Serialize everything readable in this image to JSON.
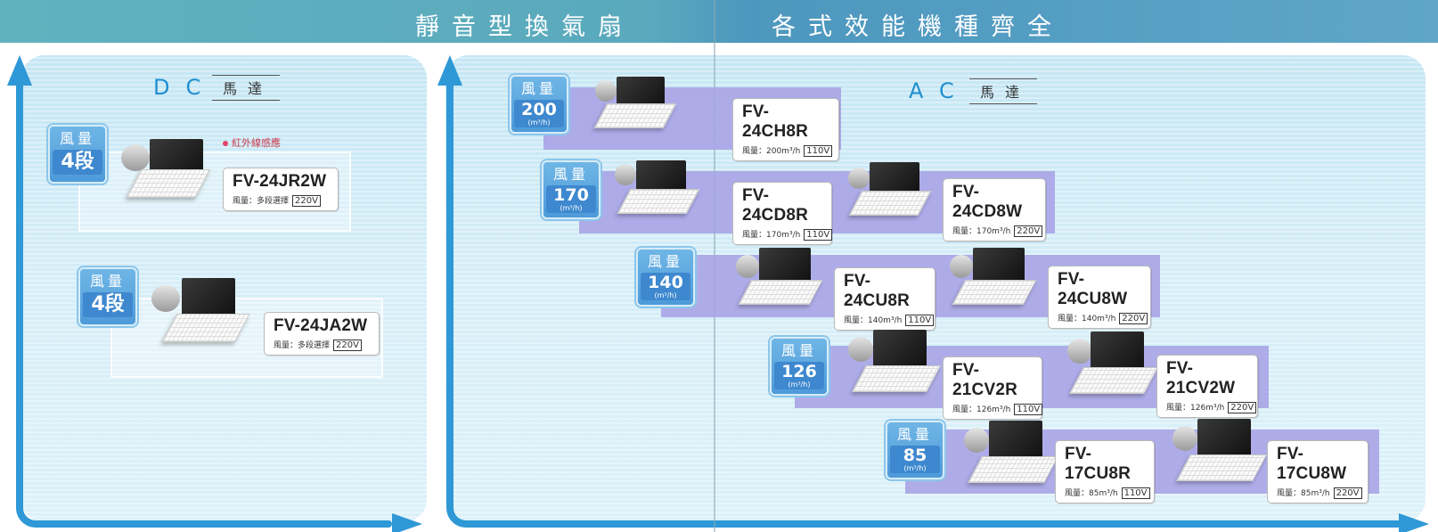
{
  "header": {
    "left_title": "靜音型換氣扇",
    "right_title": "各式效能機種齊全"
  },
  "dc_section": {
    "title": "DC",
    "subtitle": "馬達",
    "sensor_note": "紅外線感應",
    "rows": [
      {
        "badge": {
          "label": "風量",
          "value": "4段"
        },
        "model": {
          "name": "FV-24JR2W",
          "spec": "風量：多段選擇",
          "voltage": "220V"
        }
      },
      {
        "badge": {
          "label": "風量",
          "value": "4段"
        },
        "model": {
          "name": "FV-24JA2W",
          "spec": "風量：多段選擇",
          "voltage": "220V"
        }
      }
    ]
  },
  "ac_section": {
    "title": "AC",
    "subtitle": "馬達",
    "badge_label": "風量",
    "unit": "(m³/h)",
    "rows": [
      {
        "badge_value": "200",
        "models": [
          {
            "name": "FV-24CH8R",
            "spec": "風量：200m³/h",
            "voltage": "110V"
          }
        ]
      },
      {
        "badge_value": "170",
        "models": [
          {
            "name": "FV-24CD8R",
            "spec": "風量：170m³/h",
            "voltage": "110V"
          },
          {
            "name": "FV-24CD8W",
            "spec": "風量：170m³/h",
            "voltage": "220V"
          }
        ]
      },
      {
        "badge_value": "140",
        "models": [
          {
            "name": "FV-24CU8R",
            "spec": "風量：140m³/h",
            "voltage": "110V"
          },
          {
            "name": "FV-24CU8W",
            "spec": "風量：140m³/h",
            "voltage": "220V"
          }
        ]
      },
      {
        "badge_value": "126",
        "models": [
          {
            "name": "FV-21CV2R",
            "spec": "風量：126m³/h",
            "voltage": "110V"
          },
          {
            "name": "FV-21CV2W",
            "spec": "風量：126m³/h",
            "voltage": "220V"
          }
        ]
      },
      {
        "badge_value": "85",
        "models": [
          {
            "name": "FV-17CU8R",
            "spec": "風量：85m³/h",
            "voltage": "110V"
          },
          {
            "name": "FV-17CU8W",
            "spec": "風量：85m³/h",
            "voltage": "220V"
          }
        ]
      }
    ]
  }
}
